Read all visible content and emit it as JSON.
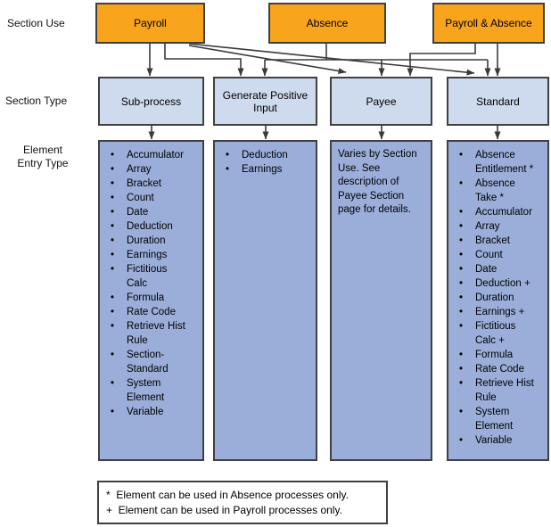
{
  "labels": {
    "section_use": "Section Use",
    "section_type": "Section Type",
    "element_entry_type": "Element\nEntry Type"
  },
  "section_use": {
    "payroll": {
      "label": "Payroll"
    },
    "absence": {
      "label": "Absence"
    },
    "payroll_absence": {
      "label": "Payroll & Absence"
    }
  },
  "section_type": {
    "sub_process": {
      "label": "Sub-process"
    },
    "generate_positive_input": {
      "label": "Generate Positive\nInput"
    },
    "payee": {
      "label": "Payee"
    },
    "standard": {
      "label": "Standard"
    }
  },
  "element_entry": {
    "sub_process": {
      "items": [
        "Accumulator",
        "Array",
        "Bracket",
        "Count",
        "Date",
        "Deduction",
        "Duration",
        "Earnings",
        "Fictitious\nCalc",
        "Formula",
        "Rate Code",
        "Retrieve Hist\nRule",
        "Section-\nStandard",
        "System\nElement",
        "Variable"
      ]
    },
    "generate_positive_input": {
      "items": [
        "Deduction",
        "Earnings"
      ]
    },
    "payee": {
      "note": "Varies by Section\nUse. See\ndescription of\nPayee Section\npage for details."
    },
    "standard": {
      "items": [
        "Absence\nEntitlement *",
        "Absence\nTake *",
        "Accumulator",
        "Array",
        "Bracket",
        "Count",
        "Date",
        "Deduction +",
        "Duration",
        "Earnings +",
        "Fictitious\nCalc +",
        "Formula",
        "Rate Code",
        "Retrieve Hist\nRule",
        "System\nElement",
        "Variable"
      ]
    }
  },
  "legend": {
    "line1": "*  Element can be used in Absence processes only.",
    "line2": "+  Element can be used in Payroll processes only."
  },
  "edges": [
    {
      "from": "Payroll",
      "to": "Sub-process"
    },
    {
      "from": "Payroll",
      "to": "Generate Positive Input"
    },
    {
      "from": "Payroll",
      "to": "Payee"
    },
    {
      "from": "Payroll",
      "to": "Standard"
    },
    {
      "from": "Absence",
      "to": "Generate Positive Input"
    },
    {
      "from": "Absence",
      "to": "Payee"
    },
    {
      "from": "Absence",
      "to": "Standard"
    },
    {
      "from": "Payroll & Absence",
      "to": "Payee"
    },
    {
      "from": "Payroll & Absence",
      "to": "Standard"
    },
    {
      "from": "Sub-process",
      "to": "Sub-process element entry types"
    },
    {
      "from": "Generate Positive Input",
      "to": "Generate Positive Input element entry types"
    },
    {
      "from": "Payee",
      "to": "Payee element entry types"
    },
    {
      "from": "Standard",
      "to": "Standard element entry types"
    }
  ],
  "colors": {
    "section_use_fill": "#F8A41D",
    "section_type_fill": "#CEDAED",
    "element_entry_fill": "#9AAED9",
    "border": "#404040",
    "arrow": "#3A3A3A",
    "background": "#FFFFFF"
  }
}
